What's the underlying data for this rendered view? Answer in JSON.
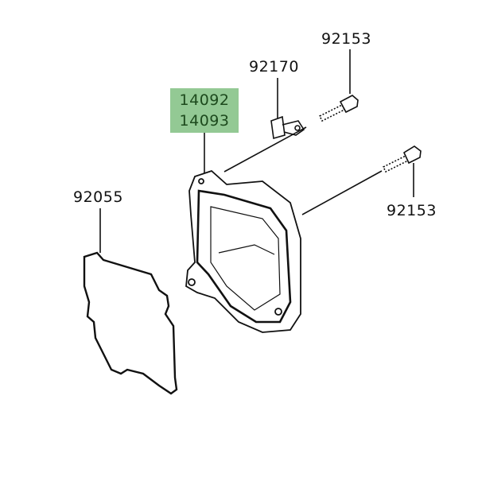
{
  "title": "Cover parts diagram",
  "parts": {
    "bolt_top": "92153",
    "clamp": "92170",
    "cover_1": "14092",
    "cover_2": "14093",
    "gasket": "92055",
    "bolt_right": "92153"
  },
  "highlight_color": "#93c994"
}
